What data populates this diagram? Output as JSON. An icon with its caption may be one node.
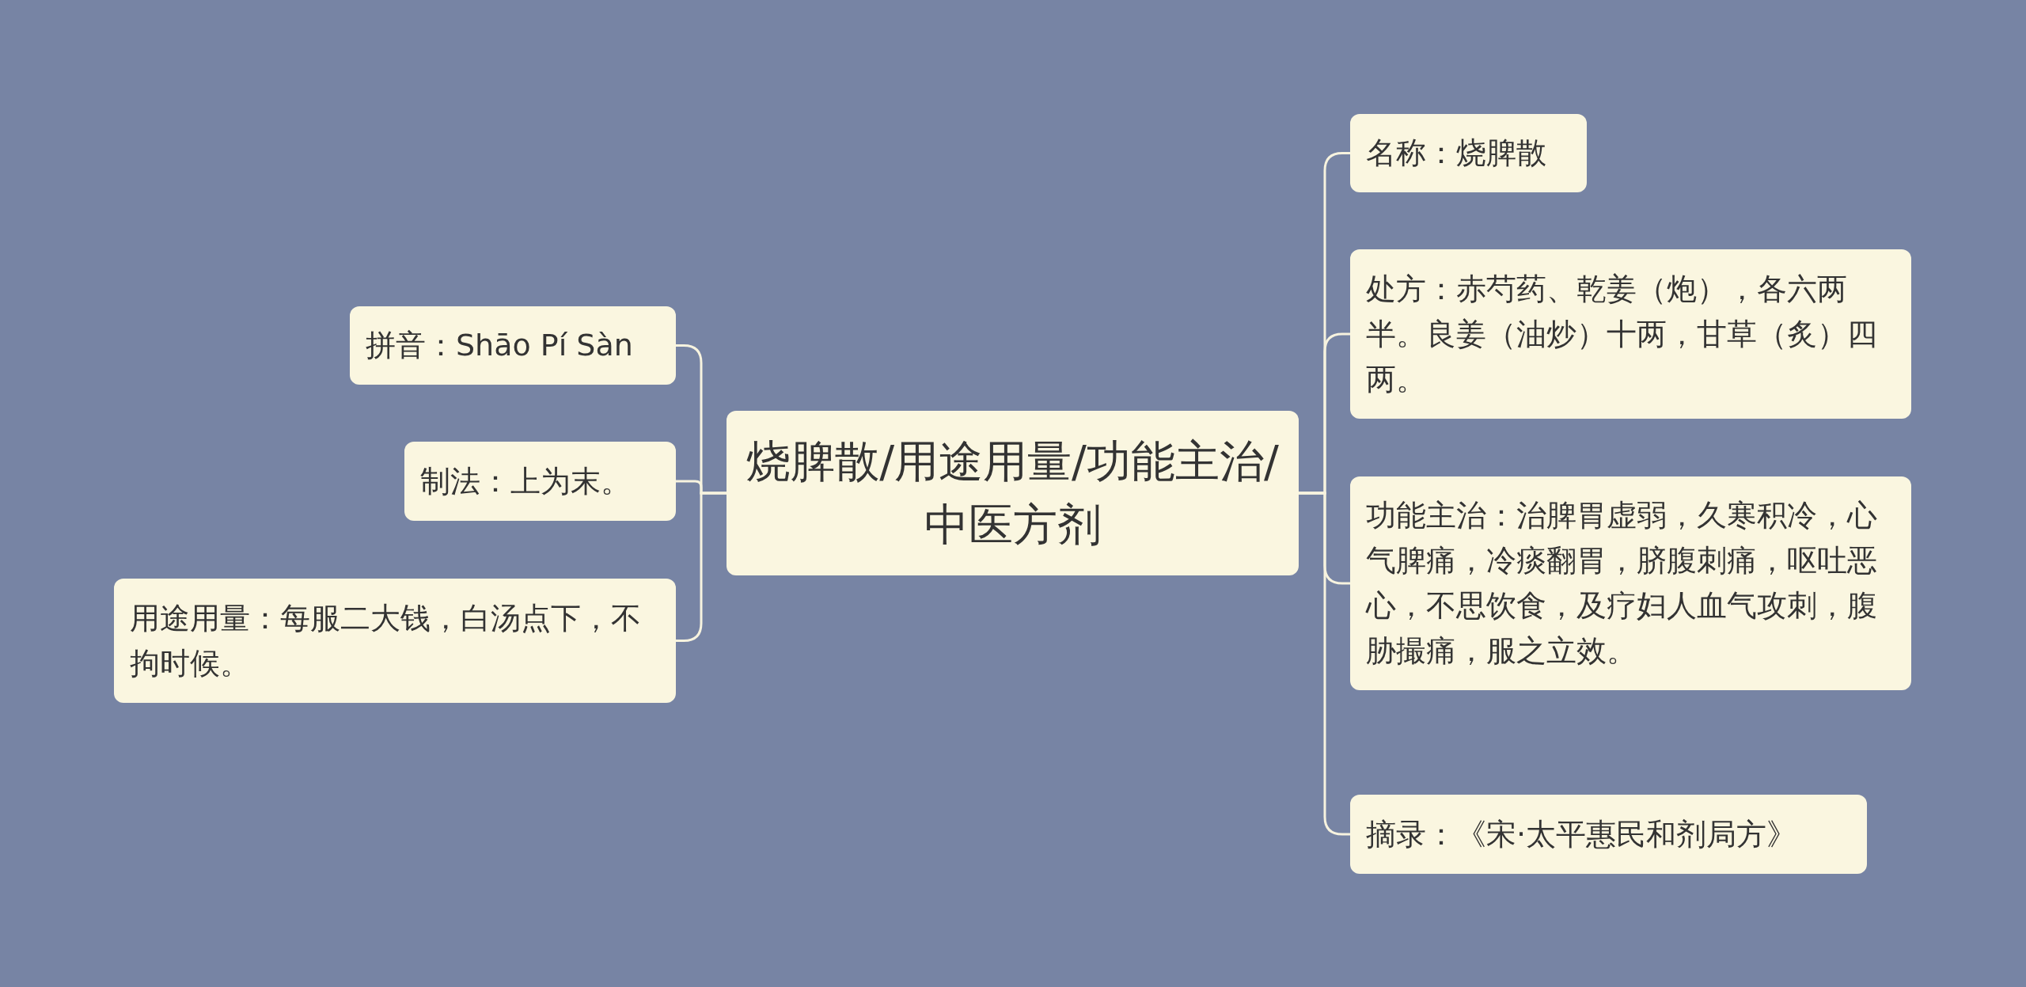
{
  "diagram": {
    "nodes": [
      {
        "text": [
          "烧脾散/用途用量/功能主治/中医方剂"
        ]
      },
      {
        "text": [
          "拼音：Shāo Pí Sàn"
        ]
      },
      {
        "text": [
          "制法：上为末。"
        ]
      },
      {
        "text": [
          "用途用量：每服二大钱，白汤点下，不拘时候。"
        ]
      },
      {
        "text": [
          "名称：烧脾散"
        ]
      },
      {
        "text": [
          "处方：赤芍药、乾姜（炮），各六两半。良姜（油炒）十两，甘草（炙）四两。"
        ]
      },
      {
        "text": [
          "功能主治：治脾胃虚弱，久寒积冷，心气脾痛，冷痰翻胃，脐腹刺痛，呕吐恶心，不思饮食，及疗妇人血气攻刺，腹胁撮痛，服之立效。"
        ]
      },
      {
        "text": [
          "摘录：《宋·太平惠民和剂局方》"
        ]
      }
    ],
    "edges": [
      {
        "from": 0,
        "to": 1,
        "arrow": "none"
      },
      {
        "from": 0,
        "to": 2,
        "arrow": "none"
      },
      {
        "from": 0,
        "to": 3,
        "arrow": "none"
      },
      {
        "from": 0,
        "to": 4,
        "arrow": "none"
      },
      {
        "from": 0,
        "to": 5,
        "arrow": "none"
      },
      {
        "from": 0,
        "to": 6,
        "arrow": "none"
      },
      {
        "from": 0,
        "to": 7,
        "arrow": "none"
      }
    ]
  }
}
